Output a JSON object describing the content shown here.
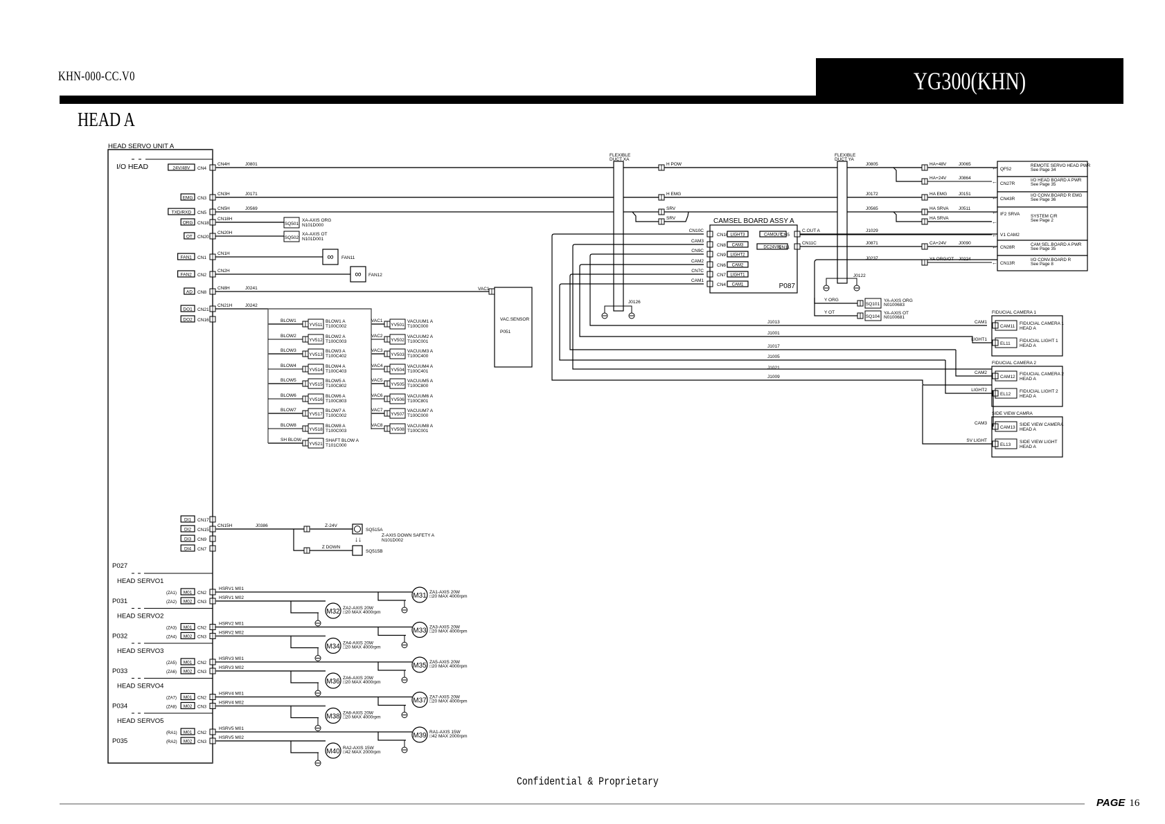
{
  "header": {
    "doc_id": "KHN-000-CC.V0",
    "model_title": "YG300(KHN)",
    "page_heading": "HEAD A"
  },
  "footer": {
    "confidential": "Confidential & Proprietary",
    "page_label": "PAGE",
    "page_number": "16"
  },
  "servo_unit": {
    "title": "HEAD SERVO UNIT A",
    "io_head_label": "I/O HEAD",
    "io_connectors": [
      {
        "tag": "24V/48V",
        "cn": "CN4",
        "harness": "CN4H",
        "wire": "J0801"
      },
      {
        "tag": "EMG",
        "cn": "CN3",
        "harness": "CN3H",
        "wire": "J0171"
      },
      {
        "tag": "TXD/RXD",
        "cn": "CN5",
        "harness": "CN5H",
        "wire": "J0569"
      },
      {
        "tag": "ORG",
        "cn": "CN18",
        "harness": "CN18H",
        "wire": ""
      },
      {
        "tag": "OT",
        "cn": "CN20",
        "harness": "CN20H",
        "wire": ""
      },
      {
        "tag": "FAN1",
        "cn": "CN1",
        "harness": "CN1H",
        "wire": ""
      },
      {
        "tag": "FAN2",
        "cn": "CN2",
        "harness": "CN2H",
        "wire": ""
      },
      {
        "tag": "AD",
        "cn": "CN8",
        "harness": "CN8H",
        "wire": "J0241"
      },
      {
        "tag": "DO1",
        "cn": "CN21",
        "harness": "CN21H",
        "wire": "J0242"
      },
      {
        "tag": "DO2",
        "cn": "CN16",
        "harness": "",
        "wire": ""
      }
    ],
    "di_connectors": [
      {
        "tag": "DI1",
        "cn": "CN17"
      },
      {
        "tag": "DI2",
        "cn": "CN15",
        "harness": "CN15H",
        "wire": "J0386"
      },
      {
        "tag": "DI3",
        "cn": "CN9"
      },
      {
        "tag": "DI4",
        "cn": "CN7"
      }
    ],
    "p027": "P027",
    "servos": [
      {
        "section": "HEAD SERVO1",
        "board": "P031",
        "m1_axis": "(ZA1)",
        "m2_axis": "(ZA2)",
        "m1_tag": "M01",
        "m2_tag": "M02",
        "m1_cn": "CN2",
        "m2_cn": "CN3",
        "m1_wire": "HSRV1 M01",
        "m2_wire": "HSRV1 M02",
        "m1": {
          "id": "M31",
          "line1": "ZA1-AXIS 20W",
          "line2": "□20 MAX 4000rpm"
        },
        "m2": {
          "id": "M32",
          "line1": "ZA2-AXIS 20W",
          "line2": "□20 MAX 4000rpm"
        }
      },
      {
        "section": "HEAD SERVO2",
        "board": "P032",
        "m1_axis": "(ZA3)",
        "m2_axis": "(ZA4)",
        "m1_tag": "M01",
        "m2_tag": "M02",
        "m1_cn": "CN2",
        "m2_cn": "CN3",
        "m1_wire": "HSRV2 M01",
        "m2_wire": "HSRV2 M02",
        "m1": {
          "id": "M33",
          "line1": "ZA3-AXIS 20W",
          "line2": "□20 MAX 4000rpm"
        },
        "m2": {
          "id": "M34",
          "line1": "ZA4-AXIS 20W",
          "line2": "□20 MAX 4000rpm"
        }
      },
      {
        "section": "HEAD SERVO3",
        "board": "P033",
        "m1_axis": "(ZA5)",
        "m2_axis": "(ZA6)",
        "m1_tag": "M01",
        "m2_tag": "M02",
        "m1_cn": "CN2",
        "m2_cn": "CN3",
        "m1_wire": "HSRV3 M01",
        "m2_wire": "HSRV3 M02",
        "m1": {
          "id": "M35",
          "line1": "ZA5-AXIS 20W",
          "line2": "□20 MAX 4000rpm"
        },
        "m2": {
          "id": "M36",
          "line1": "ZA6-AXIS 20W",
          "line2": "□20 MAX 4000rpm"
        }
      },
      {
        "section": "HEAD SERVO4",
        "board": "P034",
        "m1_axis": "(ZA7)",
        "m2_axis": "(ZA8)",
        "m1_tag": "M01",
        "m2_tag": "M02",
        "m1_cn": "CN2",
        "m2_cn": "CN3",
        "m1_wire": "HSRV4 M01",
        "m2_wire": "HSRV4 M02",
        "m1": {
          "id": "M37",
          "line1": "ZA7-AXIS 20W",
          "line2": "□20 MAX 4000rpm"
        },
        "m2": {
          "id": "M38",
          "line1": "ZA8-AXIS 20W",
          "line2": "□20 MAX 4000rpm"
        }
      },
      {
        "section": "HEAD SERVO5",
        "board": "P035",
        "m1_axis": "(RA1)",
        "m2_axis": "(RA2)",
        "m1_tag": "M01",
        "m2_tag": "M02",
        "m1_cn": "CN2",
        "m2_cn": "CN3",
        "m1_wire": "HSRV5 M01",
        "m2_wire": "HSRV5 M02",
        "m1": {
          "id": "M39",
          "line1": "RA1-AXIS 15W",
          "line2": "□42 MAX 2000rpm"
        },
        "m2": {
          "id": "M40",
          "line1": "RA2-AXIS 15W",
          "line2": "□42 MAX 2000rpm"
        }
      }
    ]
  },
  "sensors": {
    "xa_org": {
      "id": "SQ501",
      "line1": "XA-AXIS ORG",
      "line2": "N101D000"
    },
    "xa_ot": {
      "id": "SQ502",
      "line1": "XA-AXIS OT",
      "line2": "N101D001"
    },
    "fan11": "FAN11",
    "fan12": "FAN12",
    "ya_org": {
      "id": "SQ101",
      "line1": "YA-AXIS ORG",
      "line2": "N0100683",
      "wire": "Y ORG"
    },
    "ya_ot": {
      "id": "SQ104",
      "line1": "YA-AXIS OT",
      "line2": "N0100681",
      "wire": "Y OT"
    },
    "z_safety": {
      "a": "SQ515A",
      "b": "SQ515B",
      "line1": "Z-AXIS DOWN SAFETY A",
      "line2": "N101D002",
      "wire_a": "Z-24V",
      "wire_b": "Z DOWN"
    }
  },
  "valves": {
    "blow": [
      {
        "wire": "BLOW1",
        "id": "YV511",
        "line1": "BLOW1 A",
        "line2": "T100C002"
      },
      {
        "wire": "BLOW2",
        "id": "YV512",
        "line1": "BLOW2 A",
        "line2": "T100C003"
      },
      {
        "wire": "BLOW3",
        "id": "YV513",
        "line1": "BLOW3 A",
        "line2": "T100C402"
      },
      {
        "wire": "BLOW4",
        "id": "YV514",
        "line1": "BLOW4 A",
        "line2": "T100C403"
      },
      {
        "wire": "BLOW5",
        "id": "YV515",
        "line1": "BLOW5 A",
        "line2": "T100C802"
      },
      {
        "wire": "BLOW6",
        "id": "YV516",
        "line1": "BLOW6 A",
        "line2": "T100C803"
      },
      {
        "wire": "BLOW7",
        "id": "YV517",
        "line1": "BLOW7 A",
        "line2": "T100C002"
      },
      {
        "wire": "BLOW8",
        "id": "YV518",
        "line1": "BLOW8 A",
        "line2": "T100C003"
      },
      {
        "wire": "SH BLOW",
        "id": "YV521",
        "line1": "SHAFT BLOW A",
        "line2": "T101C000"
      }
    ],
    "vac": [
      {
        "wire": "VAC1",
        "id": "YV501",
        "line1": "VACUUM1 A",
        "line2": "T100C000"
      },
      {
        "wire": "VAC2",
        "id": "YV502",
        "line1": "VACUUM2 A",
        "line2": "T100C001"
      },
      {
        "wire": "VAC3",
        "id": "YV503",
        "line1": "VACUUM3 A",
        "line2": "T100C400"
      },
      {
        "wire": "VAC4",
        "id": "YV504",
        "line1": "VACUUM4 A",
        "line2": "T100C401"
      },
      {
        "wire": "VAC5",
        "id": "YV505",
        "line1": "VACUUM5 A",
        "line2": "T100C800"
      },
      {
        "wire": "VAC6",
        "id": "YV506",
        "line1": "VACUUM6 A",
        "line2": "T100C801"
      },
      {
        "wire": "VAC7",
        "id": "YV507",
        "line1": "VACUUM7 A",
        "line2": "T100C000"
      },
      {
        "wire": "VAC8",
        "id": "YV508",
        "line1": "VACUUM8 A",
        "line2": "T100C001"
      }
    ]
  },
  "vac_sensor": {
    "wire": "VAC1",
    "name": "VAC.SENSOR",
    "board": "P051"
  },
  "ducts": {
    "xa": "FLEXIBLE DUCT XA",
    "ya": "FLEXIBLE DUCT YA",
    "xa_ground": "J0126",
    "ya_ground": "J0122"
  },
  "bus_labels": {
    "h_pow": "H POW",
    "h_emg": "H EMG",
    "srv1": "SRV",
    "srv2": "SRV",
    "j0805": "J0805",
    "j0172": "J0172",
    "j0565": "J0565",
    "j1029": "J1029",
    "j0871": "J0871",
    "j0237": "J0237"
  },
  "camsel": {
    "title": "CAMSEL BOARD ASSY A",
    "board": "P087",
    "left_ports": [
      {
        "wire": "CN10C",
        "cn": "CN10",
        "tag": "LIGHT3"
      },
      {
        "wire": "CAM3",
        "cn": "CN8",
        "tag": "CAM3"
      },
      {
        "wire": "CN9C",
        "cn": "CN9",
        "tag": "LIGHT2"
      },
      {
        "wire": "CAM2",
        "cn": "CN6",
        "tag": "CAM2"
      },
      {
        "wire": "CN7C",
        "cn": "CN7",
        "tag": "LIGHT1"
      },
      {
        "wire": "CAM1",
        "cn": "CN4",
        "tag": "CAM1"
      }
    ],
    "right_ports": [
      {
        "tag": "CAMOUT",
        "cn": "CN5",
        "wire": "C.OUT A"
      },
      {
        "tag": "DC24VIN",
        "cn": "CN11",
        "wire": "CN11C"
      }
    ]
  },
  "right_connections": [
    {
      "wire": "HA+48V",
      "j": "J0065",
      "target": "QF52",
      "desc1": "REMOTE SERVO HEAD PWR",
      "desc2": "See Page 34"
    },
    {
      "wire": "HA+24V",
      "j": "J0864",
      "target": "CN27R",
      "desc1": "I/O HEAD BOARD A PWR",
      "desc2": "See Page 35"
    },
    {
      "wire": "HA EMG",
      "j": "J0151",
      "target": "CN43R",
      "desc1": "I/O CONV.BOARD R EMG",
      "desc2": "See Page 36"
    },
    {
      "wire": "HA SRVA",
      "j": "J0511",
      "target": "IF2 SRVA",
      "desc1": "SYSTEM C/R",
      "desc2": "See Page 2"
    },
    {
      "wire": "HA SRVA",
      "j": "",
      "target": "",
      "desc1": "",
      "desc2": ""
    },
    {
      "wire": "",
      "j": "",
      "target": "V1 CAM2",
      "desc1": "",
      "desc2": ""
    },
    {
      "wire": "CA+24V",
      "j": "J0090",
      "target": "CN28R",
      "desc1": "CAM SEL.BOARD A PWR",
      "desc2": "See Page 35"
    },
    {
      "wire": "YA ORG/OT",
      "j": "J0224",
      "target": "CN13R",
      "desc1": "I/O CONV.BOARD R",
      "desc2": "See Page 8"
    }
  ],
  "camera_wires": [
    "J1013",
    "J1001",
    "J1017",
    "J1005",
    "J1021",
    "J1009"
  ],
  "cameras": [
    {
      "group": "FIDUCIAL CAMERA 1",
      "items": [
        {
          "wire": "CAM1",
          "id": "CAM11",
          "line1": "FIDUCIAL CAMERA 1",
          "line2": "HEAD A"
        },
        {
          "wire": "LIGHT1",
          "id": "EL11",
          "line1": "FIDUCIAL LIGHT 1",
          "line2": "HEAD A"
        }
      ]
    },
    {
      "group": "FIDUCIAL CAMERA 2",
      "items": [
        {
          "wire": "CAM2",
          "id": "CAM12",
          "line1": "FIDUCIAL CAMERA 2",
          "line2": "HEAD A"
        },
        {
          "wire": "LIGHT2",
          "id": "EL12",
          "line1": "FIDUCIAL LIGHT 2",
          "line2": "HEAD A"
        }
      ]
    },
    {
      "group": "SIDE VIEW CAMRA",
      "items": [
        {
          "wire": "CAM3",
          "id": "CAM13",
          "line1": "SIDE VIEW CAMERA",
          "line2": "HEAD A"
        },
        {
          "wire": "SV LIGHT",
          "id": "EL13",
          "line1": "SIDE VIEW LIGHT",
          "line2": "HEAD A"
        }
      ]
    }
  ]
}
